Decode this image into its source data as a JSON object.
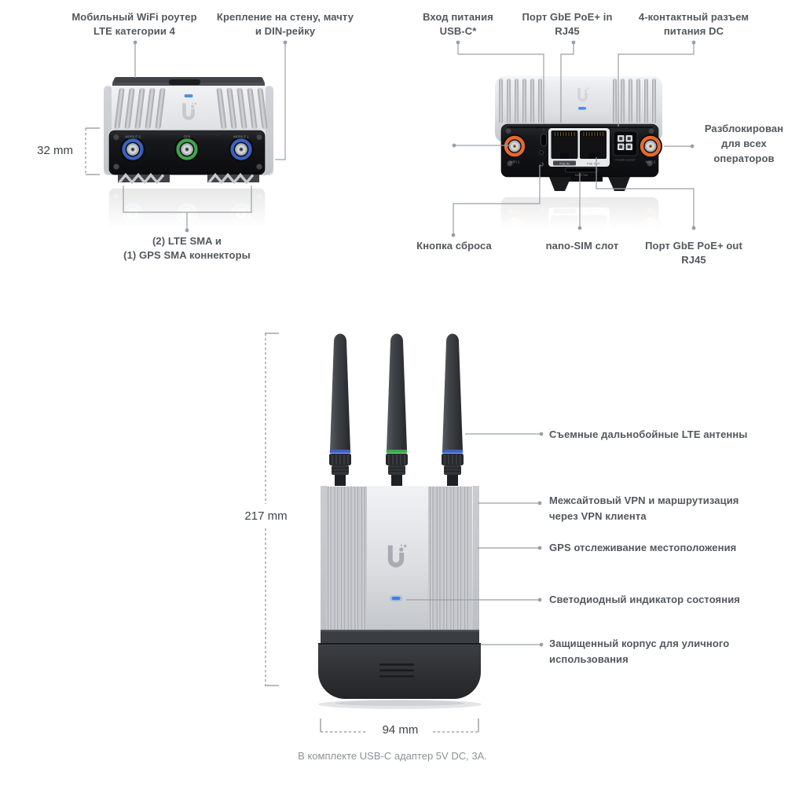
{
  "front_view": {
    "title_lines": [
      "Мобильный WiFi роутер",
      "LTE категории 4"
    ],
    "mount_lines": [
      "Крепление на стену, мачту",
      "и DIN-рейку"
    ],
    "height": "32 mm",
    "sma_lines": [
      "(2) LTE SMA и",
      "(1) GPS SMA коннекторы"
    ],
    "port_labels": {
      "mobile2": "MOBILE 2",
      "gps": "GPS",
      "mobile1": "MOBILE 1"
    }
  },
  "back_view": {
    "usbc_lines": [
      "Вход питания",
      "USB-C*"
    ],
    "poe_in_lines": [
      "Порт GbE PoE+ in",
      "RJ45"
    ],
    "dc_lines": [
      "4-контактный разъем",
      "питания DC"
    ],
    "unlocked_lines": [
      "Разблокирован",
      "для всех",
      "операторов"
    ],
    "reset_label": "Кнопка сброса",
    "sim_label": "nano-SIM слот",
    "poe_out_lines": [
      "Порт GbE PoE+ out",
      "RJ45"
    ],
    "port_labels": {
      "wifi1": "WIFI 1",
      "wifi2": "WIFI 2",
      "poe_in": "PoE IN",
      "poe_out": "PoE OUT",
      "power": "POWER SOCKET",
      "sim": "NANO SIM"
    }
  },
  "side_view": {
    "height": "217 mm",
    "width": "94 mm",
    "features": {
      "antennas": {
        "lines": [
          "Съемные дальнобойные LTE антенны"
        ]
      },
      "vpn": {
        "lines": [
          "Межсайтовый VPN и маршрутизация",
          "через VPN клиента"
        ]
      },
      "gps": {
        "lines": [
          "GPS отслеживание местоположения"
        ]
      },
      "led": {
        "lines": [
          "Светодиодный индикатор состояния"
        ]
      },
      "case": {
        "lines": [
          "Защищенный корпус для уличного",
          "использования"
        ]
      }
    }
  },
  "footer": {
    "note": "В комплекте USB-C адаптер 5V DC, 3А."
  },
  "colors": {
    "led_blue": "#4e8fe3",
    "antenna_ring_blue": "#3b62c4",
    "antenna_ring_green": "#3fa54c",
    "antenna_ring_orange": "#e8692e",
    "callout_line": "#9aa0a5",
    "label_text": "#54575d"
  }
}
